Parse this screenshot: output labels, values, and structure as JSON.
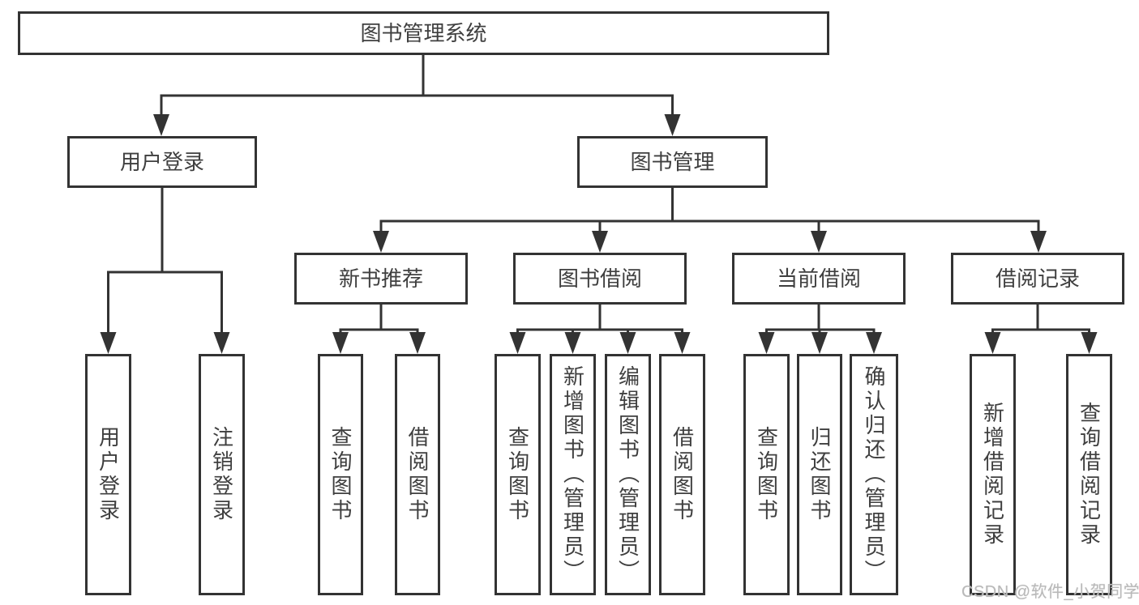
{
  "palette": {
    "line": "#333333",
    "box_border": "#333333",
    "text": "#3f3f3f",
    "background": "#ffffff",
    "watermark_color": "#b9b9b9"
  },
  "watermark": "CSDN @软件_小贺同学",
  "tree": {
    "root": "图书管理系统",
    "level2": {
      "login": "用户登录",
      "management": "图书管理"
    },
    "level3": {
      "recommend": "新书推荐",
      "borrow": "图书借阅",
      "current": "当前借阅",
      "records": "借阅记录"
    },
    "leaves": {
      "login": [
        "用户登录",
        "注销登录"
      ],
      "recommend": [
        "查询图书",
        "借阅图书"
      ],
      "borrow": [
        "查询图书",
        "新增图书（管理员）",
        "编辑图书（管理员）",
        "借阅图书"
      ],
      "current": [
        "查询图书",
        "归还图书",
        "确认归还（管理员）"
      ],
      "records": [
        "新增借阅记录",
        "查询借阅记录"
      ]
    }
  }
}
